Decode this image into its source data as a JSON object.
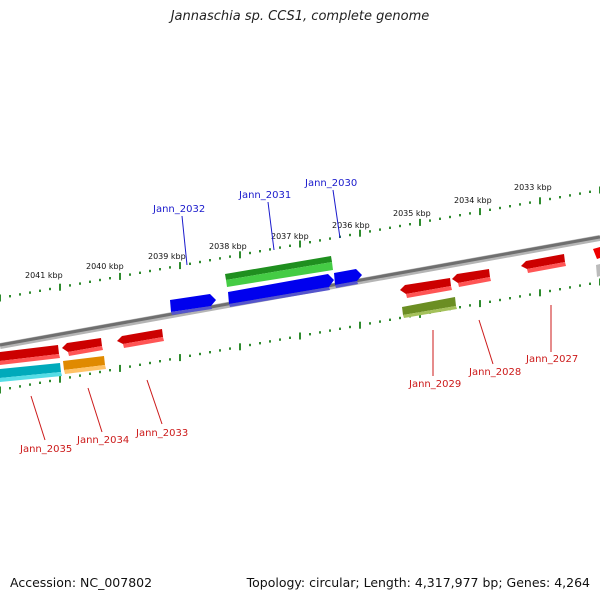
{
  "title": "Jannaschia sp. CCS1, complete genome",
  "footer": {
    "accession": "Accession: NC_007802",
    "summary": "Topology: circular; Length: 4,317,977 bp; Genes: 4,264"
  },
  "kbp_labels": [
    "2033 kbp",
    "2034 kbp",
    "2035 kbp",
    "2036 kbp",
    "2037 kbp",
    "2038 kbp",
    "2039 kbp",
    "2040 kbp",
    "2041 kbp"
  ],
  "forward_genes": [
    "Jann_2030",
    "Jann_2031",
    "Jann_2032"
  ],
  "reverse_genes": [
    "Jann_2027",
    "Jann_2028",
    "Jann_2029",
    "Jann_2033",
    "Jann_2034",
    "Jann_2035"
  ],
  "colors": {
    "backbone": "#808080",
    "ticks": "#2e8b2e",
    "forward_label": "#1a1acc",
    "reverse_label": "#cc1a1a",
    "red": "#ee0000",
    "blue": "#0000ee",
    "green": "#33bb33",
    "olive": "#6b8e23",
    "cyan": "#00bbcc",
    "orange": "#ff9900",
    "gray": "#bbbbbb"
  }
}
